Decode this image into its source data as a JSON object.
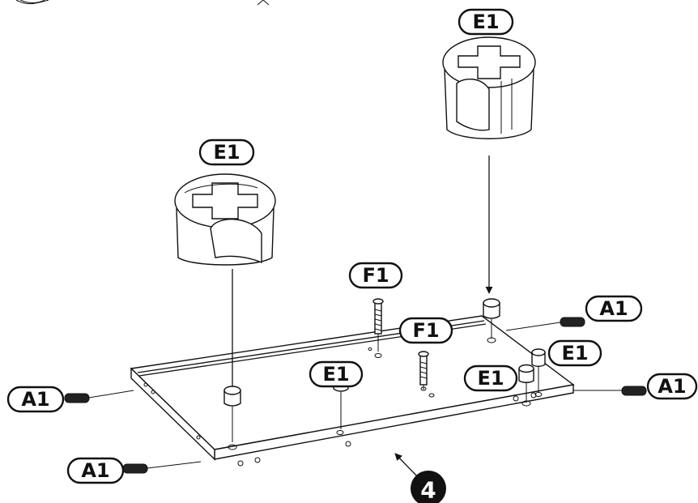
{
  "parts": {
    "e1": "E1",
    "f1": "F1",
    "a1": "A1"
  },
  "step_number": "4"
}
